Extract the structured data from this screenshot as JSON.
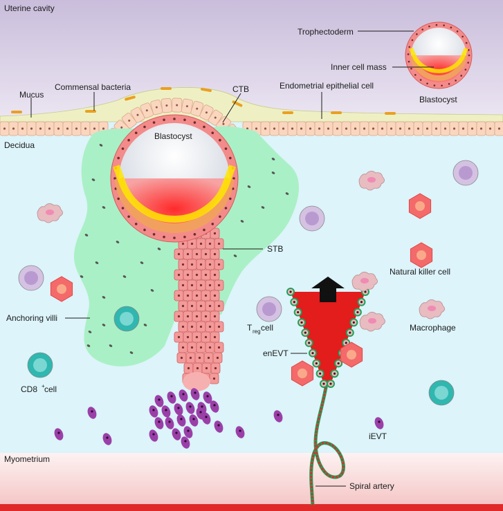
{
  "regions": {
    "uterine_cavity": "Uterine cavity",
    "decidua": "Decidua",
    "myometrium": "Myometrium"
  },
  "labels": {
    "trophectoderm": "Trophectoderm",
    "inner_cell_mass": "Inner cell mass",
    "blastocyst_small": "Blastocyst",
    "blastocyst_main": "Blastocyst",
    "mucus": "Mucus",
    "commensal_bacteria": "Commensal bacteria",
    "ctb": "CTB",
    "endometrial_epithelial_cell": "Endometrial epithelial cell",
    "stb": "STB",
    "natural_killer_cell": "Natural killer cell",
    "macrophage": "Macrophage",
    "anchoring_villi": "Anchoring villi",
    "treg_main": "T",
    "treg_sub": "reg",
    "treg_suffix": " cell",
    "enevt": "enEVT",
    "cd8_main": "CD8",
    "cd8_sup": "+",
    "cd8_suffix": " cell",
    "ievt": "iEVT",
    "spiral_artery": "Spiral artery"
  },
  "colors": {
    "uterine_cavity_top": "#cbbfdc",
    "uterine_cavity_bottom": "#e9e3f0",
    "decidua": "#dff6fb",
    "myometrium_top": "#fdf0f0",
    "myometrium_bottom": "#f6c9c9",
    "bottom_band": "#e02a2a",
    "epithelial_cell": "#fbd7c0",
    "anchoring_villi": "#aef0c8",
    "trophoblast": "#ef8a8a",
    "inner_cell_mass": "#f23a3a",
    "ievt": "#9b3fa8",
    "nk_cell": "#f46a6a",
    "treg_cell": "#c7a9d8",
    "cd8_cell": "#2fb7b0",
    "macrophage": "#e8bcc0",
    "artery": "#e02a2a",
    "arrow": "#111111"
  }
}
